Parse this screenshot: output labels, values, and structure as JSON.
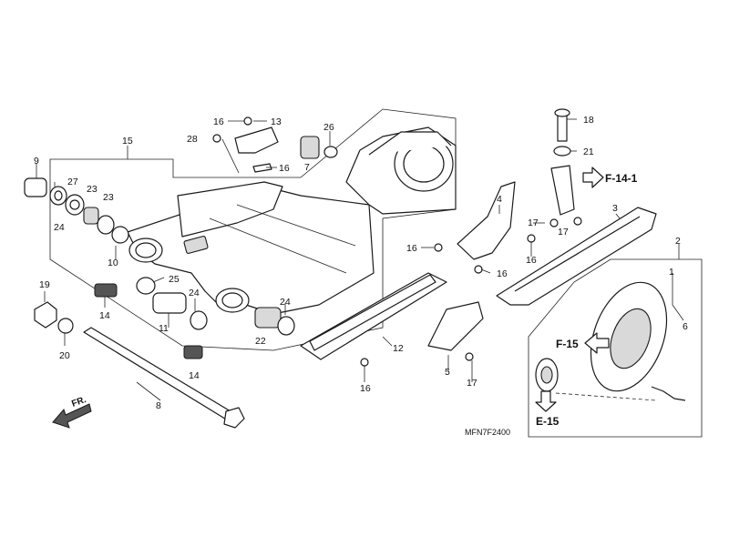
{
  "diagram": {
    "code": "MFN7F2400",
    "front_label": "FR.",
    "refs": {
      "f14_1": "F-14-1",
      "f15": "F-15",
      "e15": "E-15"
    },
    "callouts": {
      "c9": "9",
      "c15": "15",
      "c27": "27",
      "c23a": "23",
      "c23b": "23",
      "c24a": "24",
      "c10": "10",
      "c25": "25",
      "c19": "19",
      "c20": "20",
      "c14a": "14",
      "c11": "11",
      "c24b": "24",
      "c14b": "14",
      "c8": "8",
      "c16a": "16",
      "c13": "13",
      "c28": "28",
      "c16b": "16",
      "c7": "7",
      "c26": "26",
      "c24c": "24",
      "c22": "22",
      "c12": "12",
      "c16c": "16",
      "c16d": "16",
      "c4": "4",
      "c16e": "16",
      "c17a": "17",
      "c17b": "17",
      "c16f": "16",
      "c5": "5",
      "c17c": "17",
      "c18": "18",
      "c21": "21",
      "c3": "3",
      "c2": "2",
      "c1": "1",
      "c6": "6"
    }
  }
}
